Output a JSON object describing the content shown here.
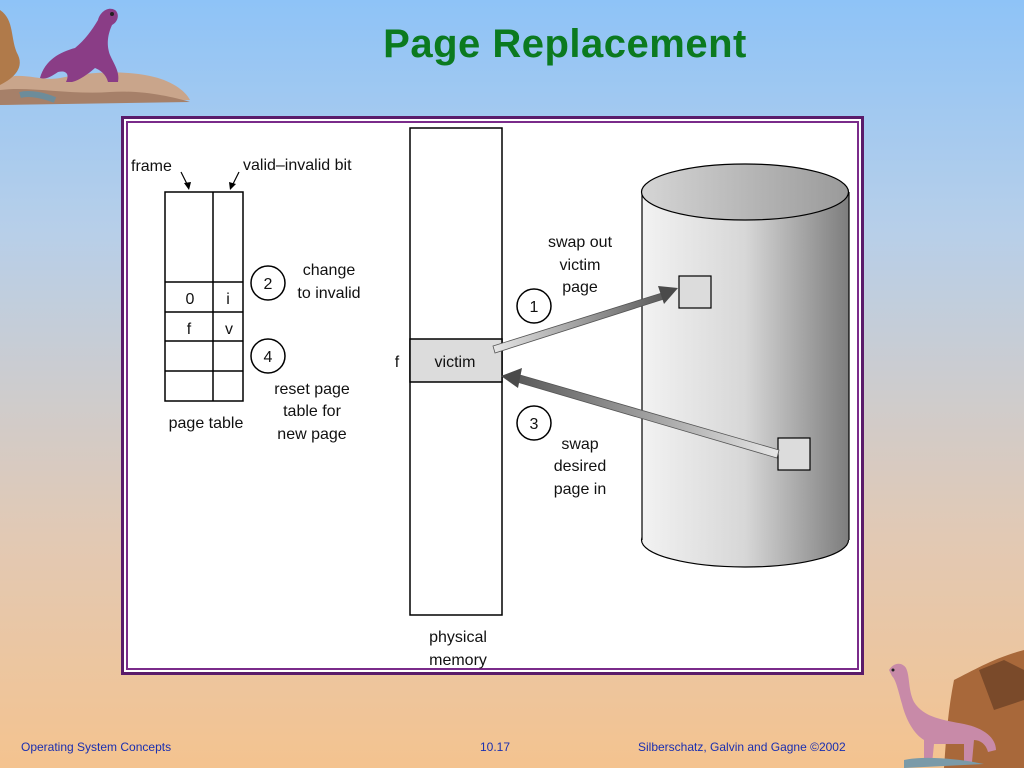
{
  "slide": {
    "title": "Page Replacement",
    "footer_left": "Operating System Concepts",
    "footer_center": "10.17",
    "footer_right": "Silberschatz, Galvin and  Gagne ©2002"
  },
  "diagram": {
    "frame_label": "frame",
    "valid_invalid_label": "valid–invalid bit",
    "page_table_rows": [
      {
        "frame": "0",
        "bit": "i"
      },
      {
        "frame": "f",
        "bit": "v"
      }
    ],
    "page_table_caption": "page table",
    "steps": [
      {
        "num": "1",
        "lines": [
          "swap out",
          "victim",
          "page"
        ]
      },
      {
        "num": "2",
        "lines": [
          "change",
          "to invalid"
        ]
      },
      {
        "num": "3",
        "lines": [
          "swap",
          "desired",
          "page in"
        ]
      },
      {
        "num": "4",
        "lines": [
          "reset page",
          "table for",
          "new page"
        ]
      }
    ],
    "memory_frame_label": "f",
    "victim_label": "victim",
    "memory_caption": [
      "physical",
      "memory"
    ]
  },
  "colors": {
    "title": "#0b7a1f",
    "frame_border": "#5a1b6a",
    "footer_text": "#1a2fb0"
  }
}
